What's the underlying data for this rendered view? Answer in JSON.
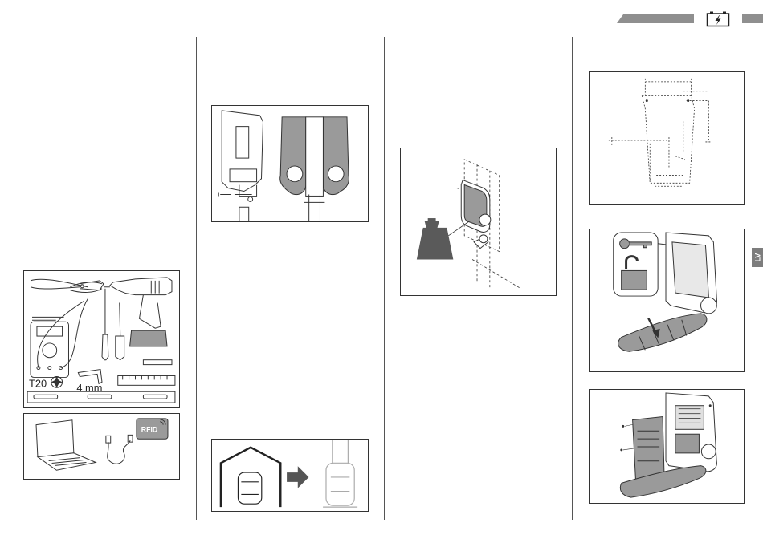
{
  "header": {
    "icon": "battery-lightning-icon",
    "bar_color": "#8f8f8f"
  },
  "side_tab": {
    "label": "LV"
  },
  "tools": {
    "torx_label": "T20",
    "hex_key_label": "4 mm",
    "rfid_label": "RFID"
  },
  "colors": {
    "line": "#333333",
    "gray_fill": "#9a9a9a",
    "dark_fill": "#555555",
    "weight_fill": "#5a5a5a"
  }
}
